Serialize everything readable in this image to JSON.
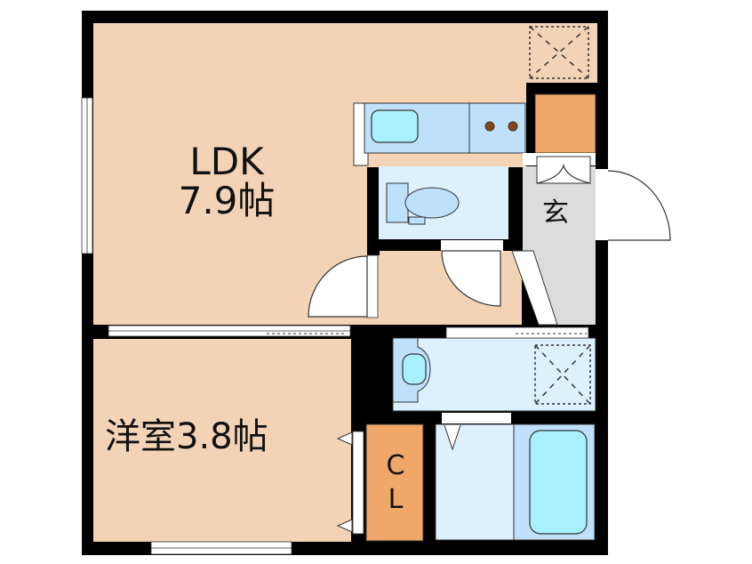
{
  "floor_plan": {
    "layout_type": "1LDK",
    "rooms": [
      {
        "id": "ldk",
        "name": "LDK",
        "size": "7.9帖",
        "color": "#f3d3b6"
      },
      {
        "id": "western_room",
        "name": "洋室",
        "size": "3.8帖",
        "label": "洋室3.8帖",
        "color": "#f3d3b6"
      },
      {
        "id": "entrance",
        "name": "玄",
        "color": "#dcdcdc"
      },
      {
        "id": "closet",
        "name": "CL",
        "line1": "C",
        "line2": "L",
        "color": "#f0a868"
      },
      {
        "id": "toilet",
        "name": "toilet",
        "color": "#ddf0fd"
      },
      {
        "id": "washroom",
        "name": "washroom",
        "color": "#ddf0fd"
      },
      {
        "id": "bathroom",
        "name": "bathroom",
        "color": "#bfe0fb"
      },
      {
        "id": "storage",
        "name": "shoe-storage",
        "color": "#f0a868"
      }
    ],
    "colors": {
      "wall": "#000000",
      "room_floor": "#f3d3b6",
      "wet_area": "#ddf0fd",
      "fixture": "#bfe0fb",
      "fixture_inner": "#a8f0fd",
      "burner": "#8b4513",
      "entrance_floor": "#dcdcdc",
      "closet": "#f0a868"
    }
  }
}
